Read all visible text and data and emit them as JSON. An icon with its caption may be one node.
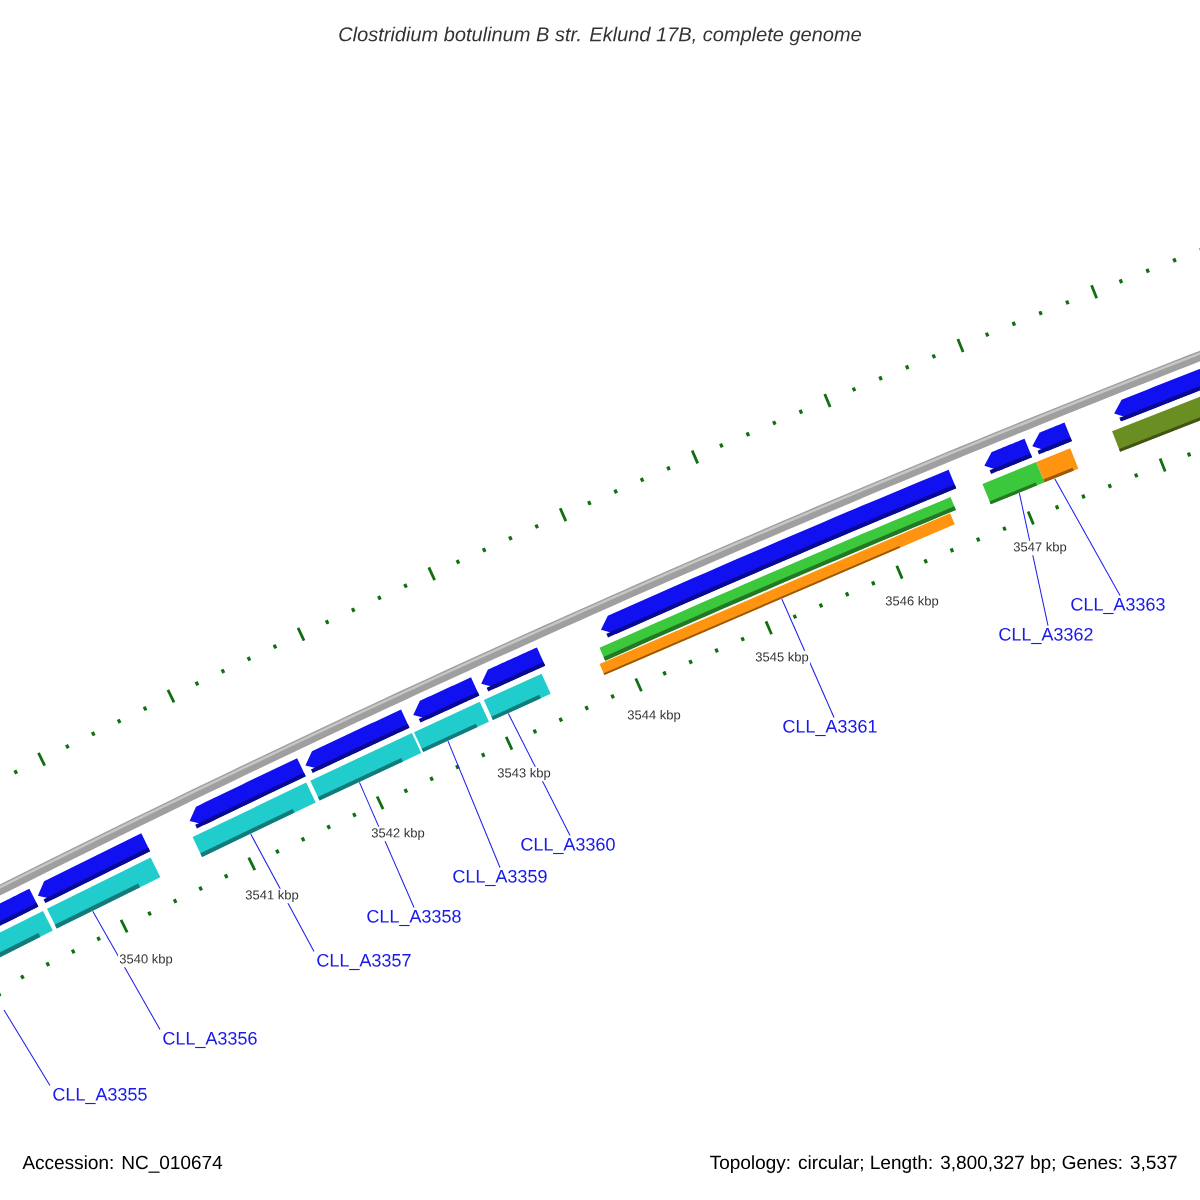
{
  "diagram": {
    "title": "Clostridium botulinum B str. Eklund 17B, complete genome",
    "nodes": [
      {
        "text": [
          "CLL_A3355"
        ]
      },
      {
        "text": [
          "CLL_A3356"
        ]
      },
      {
        "text": [
          "CLL_A3357"
        ]
      },
      {
        "text": [
          "CLL_A3358"
        ]
      },
      {
        "text": [
          "CLL_A3359"
        ]
      },
      {
        "text": [
          "CLL_A3360"
        ]
      },
      {
        "text": [
          "CLL_A3361"
        ]
      },
      {
        "text": [
          "CLL_A3362"
        ]
      },
      {
        "text": [
          "CLL_A3363"
        ]
      },
      {
        "text": [],
        "shape": "bar"
      },
      {
        "text": [],
        "shape": "bar"
      },
      {
        "text": [],
        "shape": "bar"
      },
      {
        "text": [],
        "shape": "bar"
      },
      {
        "text": [],
        "shape": "bar"
      },
      {
        "text": [],
        "shape": "bar"
      },
      {
        "text": [],
        "shape": "bar"
      },
      {
        "text": [],
        "shape": "bar"
      },
      {
        "text": [],
        "shape": "bar"
      },
      {
        "text": [],
        "shape": "bar"
      }
    ],
    "edges": [
      {
        "from": 0,
        "to": null,
        "arrow": "none"
      },
      {
        "from": 1,
        "to": 9,
        "arrow": "none"
      },
      {
        "from": 2,
        "to": 10,
        "arrow": "none"
      },
      {
        "from": 3,
        "to": 11,
        "arrow": "none"
      },
      {
        "from": 4,
        "to": 12,
        "arrow": "none"
      },
      {
        "from": 5,
        "to": 13,
        "arrow": "none"
      },
      {
        "from": 6,
        "to": 14,
        "arrow": "none"
      },
      {
        "from": 7,
        "to": 15,
        "arrow": "none"
      },
      {
        "from": 8,
        "to": 16,
        "arrow": "none"
      }
    ],
    "labels": [
      "3540 kbp",
      "3541 kbp",
      "3542 kbp",
      "3543 kbp",
      "3544 kbp",
      "3545 kbp",
      "3546 kbp",
      "3547 kbp",
      "Accession: NC_010674",
      "Topology: circular; Length: 3,800,327 bp; Genes: 3,537"
    ]
  }
}
